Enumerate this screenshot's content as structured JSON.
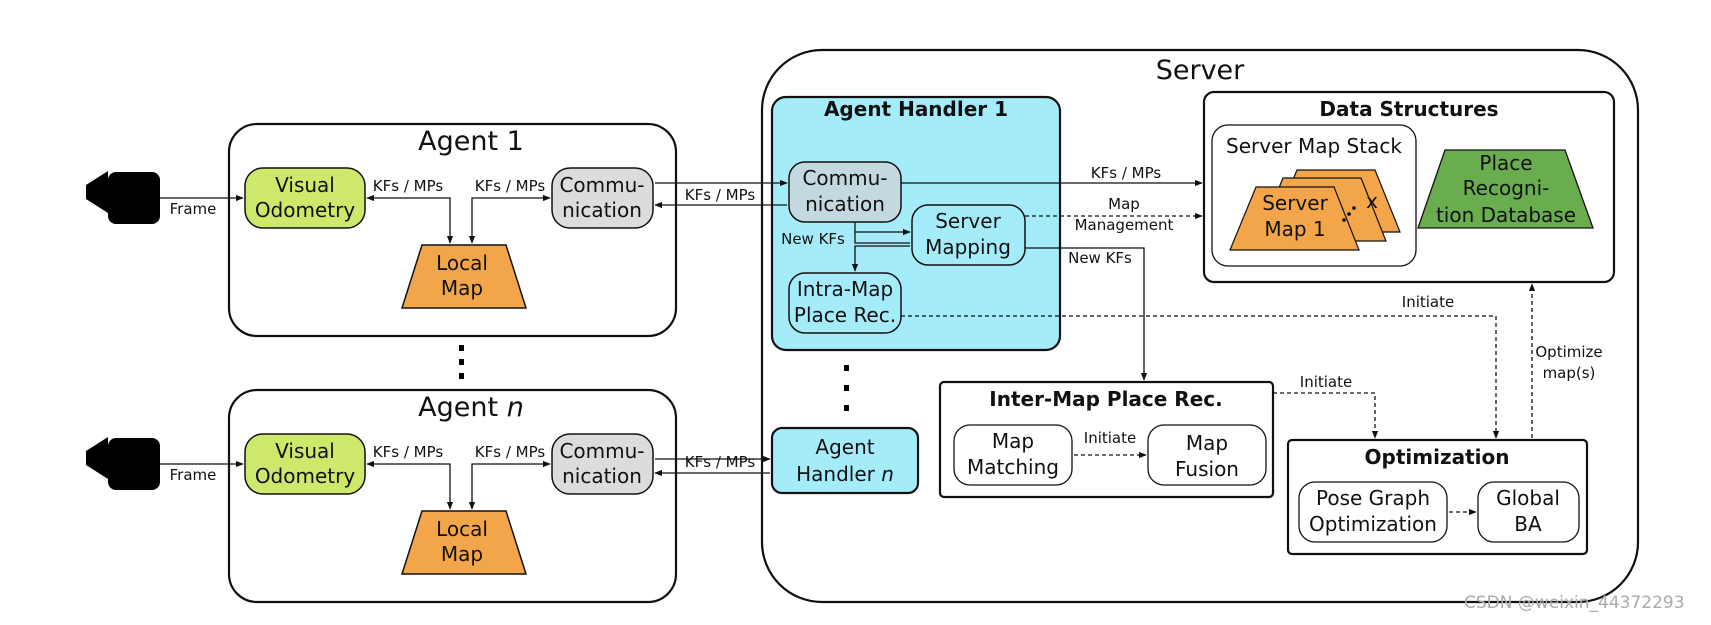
{
  "agent1": {
    "title": "Agent 1",
    "frame": "Frame",
    "vo": [
      "Visual",
      "Odometry"
    ],
    "vo_to_map": "KFs / MPs",
    "comm_to_map": "KFs / MPs",
    "local_map": [
      "Local",
      "Map"
    ],
    "comm": [
      "Commu-",
      "nication"
    ]
  },
  "agentn": {
    "title": "Agent",
    "title_var": "n",
    "frame": "Frame",
    "vo": [
      "Visual",
      "Odometry"
    ],
    "vo_to_map": "KFs / MPs",
    "comm_to_map": "KFs / MPs",
    "local_map": [
      "Local",
      "Map"
    ],
    "comm": [
      "Commu-",
      "nication"
    ]
  },
  "links": {
    "agent1_server": "KFs / MPs",
    "agentn_server": "KFs / MPs"
  },
  "server": {
    "title": "Server",
    "handler1": {
      "title": "Agent Handler 1",
      "comm": [
        "Commu-",
        "nication"
      ],
      "new_kfs": "New KFs",
      "mapping": [
        "Server",
        "Mapping"
      ],
      "intra": [
        "Intra-Map",
        "Place Rec."
      ]
    },
    "handlern": {
      "line1": "Agent",
      "line2": "Handler",
      "line2_var": "n"
    },
    "comm_to_ds": "KFs / MPs",
    "map_management": [
      "Map",
      "Management"
    ],
    "mapping_new_kfs": "New KFs",
    "data_structures": {
      "title": "Data Structures",
      "stack_title": "Server Map Stack",
      "map": [
        "Server",
        "Map 1"
      ],
      "map_x": "x",
      "place_db": [
        "Place",
        "Recogni-",
        "tion Database"
      ]
    },
    "inter_map": {
      "title": "Inter-Map Place Rec.",
      "matching": [
        "Map",
        "Matching"
      ],
      "initiate": "Initiate",
      "fusion": [
        "Map",
        "Fusion"
      ]
    },
    "optimization": {
      "title": "Optimization",
      "pgo": [
        "Pose Graph",
        "Optimization"
      ],
      "ba": [
        "Global",
        "BA"
      ]
    },
    "initiate_top": "Initiate",
    "initiate_mid": "Initiate",
    "optimize_maps": [
      "Optimize",
      "map(s)"
    ]
  },
  "watermark": "CSDN @weixin_44372293",
  "colors": {
    "visual_odometry": "#cde86a",
    "local_map": "#f3a54a",
    "communication": "#dcdcdc",
    "agent_handler": "#a5ecfb",
    "handler_comm": "#c4d8e0",
    "server_map": "#f3a54a",
    "place_db": "#6aad4e"
  }
}
